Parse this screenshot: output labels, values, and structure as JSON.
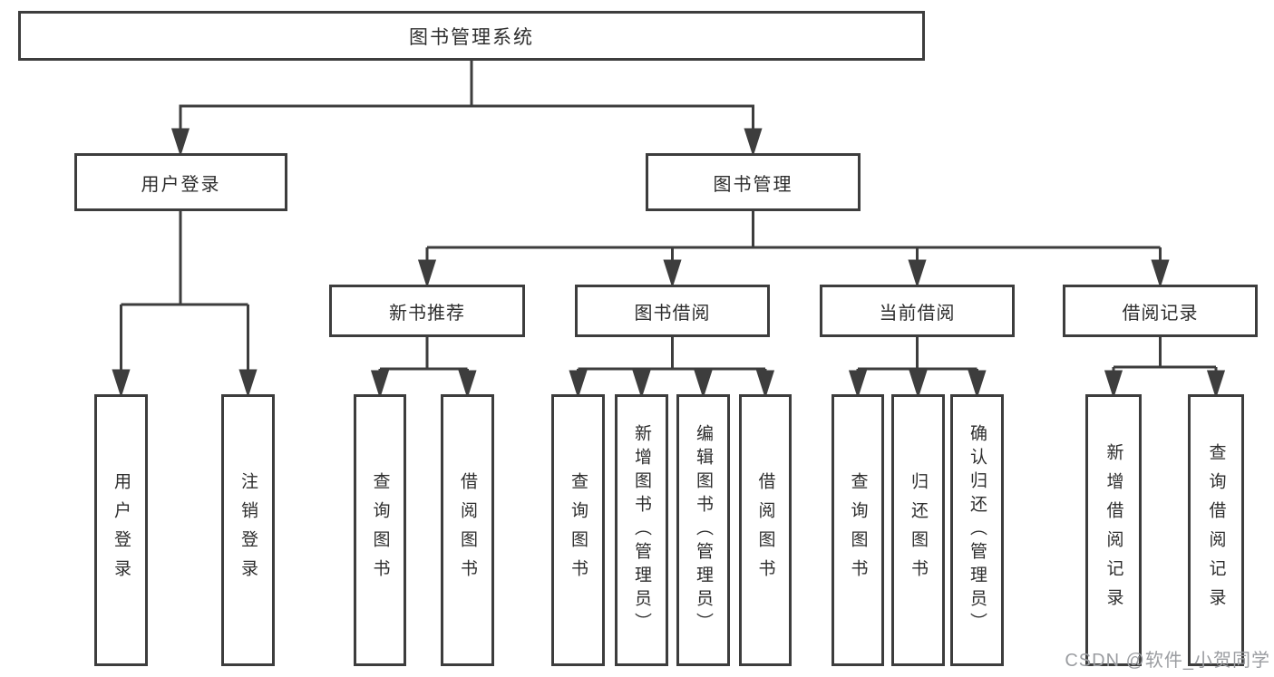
{
  "diagram_title": "图书管理系统",
  "nodes": {
    "root": {
      "label": "图书管理系统"
    },
    "userLogin": {
      "label": "用户登录"
    },
    "bookMgmt": {
      "label": "图书管理"
    },
    "newBookRec": {
      "label": "新书推荐"
    },
    "bookBorrow": {
      "label": "图书借阅"
    },
    "currentBorrow": {
      "label": "当前借阅"
    },
    "borrowRecord": {
      "label": "借阅记录"
    },
    "leafUserLogin": {
      "label": "用户登录"
    },
    "leafLogout": {
      "label": "注销登录"
    },
    "nbQuery": {
      "label": "查询图书"
    },
    "nbBorrow": {
      "label": "借阅图书"
    },
    "bbQuery": {
      "label": "查询图书"
    },
    "bbAdd": {
      "label": "新增图书（管理员）"
    },
    "bbEdit": {
      "label": "编辑图书（管理员）"
    },
    "bbBorrow": {
      "label": "借阅图书"
    },
    "cbQuery": {
      "label": "查询图书"
    },
    "cbReturn": {
      "label": "归还图书"
    },
    "cbConfirm": {
      "label": "确认归还（管理员）"
    },
    "brAdd": {
      "label": "新增借阅记录"
    },
    "brQuery": {
      "label": "查询借阅记录"
    }
  },
  "watermark": {
    "text": "CSDN @软件_小贺同学"
  },
  "colors": {
    "line": "#3d3d3d",
    "box_border": "#3d3d3d",
    "text": "#2d2d2d",
    "watermark": "#9b9da1",
    "background": "#ffffff"
  }
}
